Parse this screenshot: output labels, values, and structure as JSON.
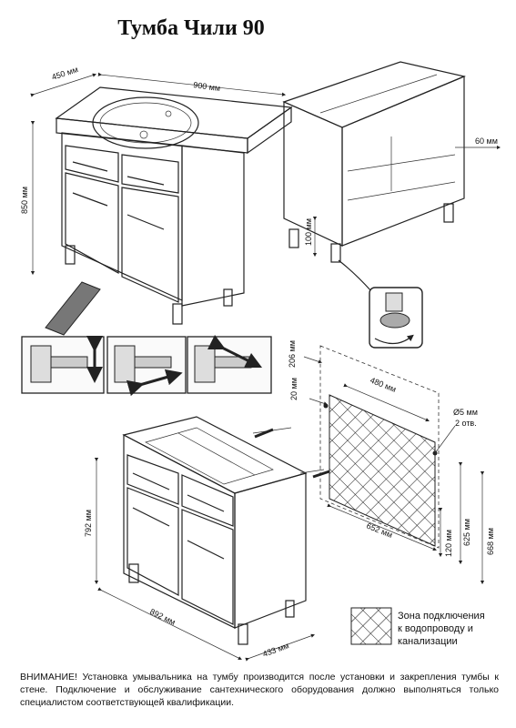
{
  "title": "Тумба Чили 90",
  "dims_top": {
    "depth": "450 мм",
    "width": "900 мм",
    "height": "850 мм",
    "side_depth": "60 мм",
    "leg_height": "100 мм"
  },
  "dims_bottom": {
    "left_offset": "206 мм",
    "edge_offset": "20 мм",
    "hole_spacing": "480 мм",
    "hole_diameter": "Ø5 мм",
    "hole_count": "2 отв.",
    "body_height": "792 мм",
    "body_width": "892 мм",
    "body_depth": "433 мм",
    "zone_width": "652 мм",
    "zone_bottom": "120 мм",
    "zone_top": "625 мм",
    "total_height": "668 мм"
  },
  "legend": {
    "line1": "Зона подключения",
    "line2": "к водопроводу и",
    "line3": "канализации"
  },
  "warning": "ВНИМАНИЕ! Установка умывальника на тумбу производится после установки и закрепления тумбы к стене. Подключение и обслуживание сантехнического оборудования должно выполняться только специалистом соответствующей квалификации."
}
